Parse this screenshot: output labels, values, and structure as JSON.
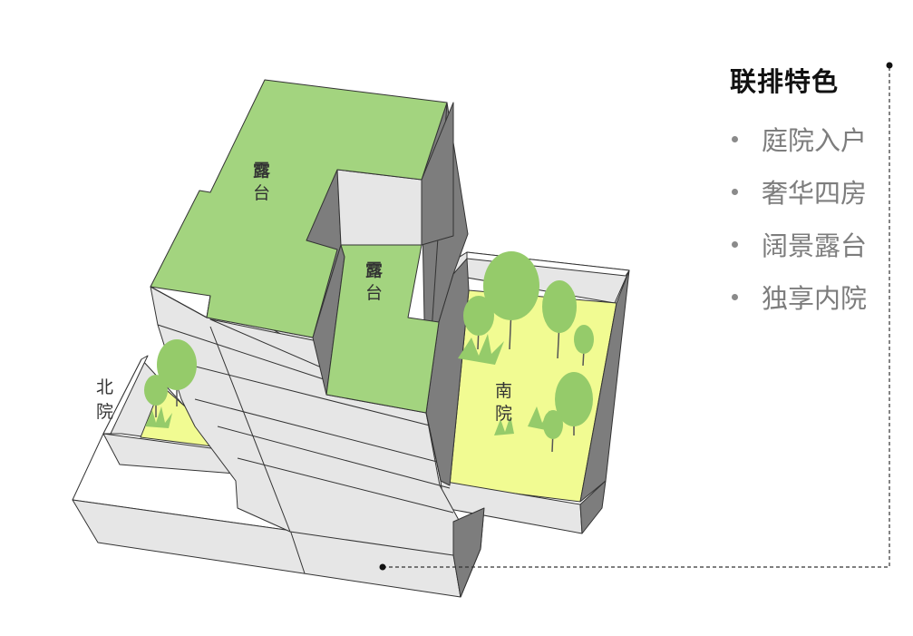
{
  "diagram": {
    "labels": {
      "terrace_upper": [
        "露",
        "台"
      ],
      "terrace_middle": [
        "露",
        "台"
      ],
      "north_yard": [
        "北",
        "院"
      ],
      "south_yard": [
        "南",
        "院"
      ]
    }
  },
  "panel": {
    "title": "联排特色",
    "features": [
      "庭院入户",
      "奢华四房",
      "阔景露台",
      "独享内院"
    ]
  },
  "colors": {
    "roof": "#a3d47f",
    "yard": "#f1fb92",
    "tree": "#95cb6a",
    "wall_light": "#e6e6e6",
    "wall_dark": "#7d7d7d",
    "outline": "#333333",
    "feature_text": "#7d7d7d"
  }
}
